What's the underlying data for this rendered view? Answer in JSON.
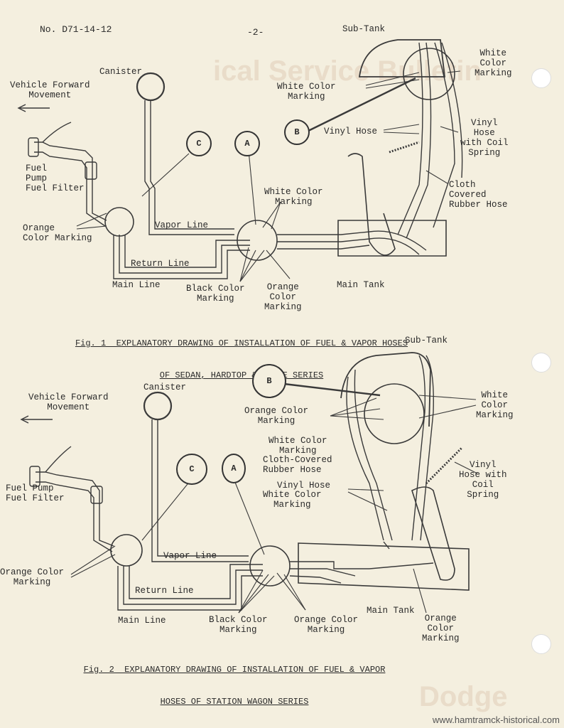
{
  "header": {
    "doc_number": "No. D71-14-12",
    "page": "-2-"
  },
  "fig1": {
    "caption_line1": "Fig. 1  EXPLANATORY DRAWING OF INSTALLATION OF FUEL & VAPOR HOSES",
    "caption_line2": "OF SEDAN, HARDTOP & COUPE SERIES",
    "labels": {
      "sub_tank": "Sub-Tank",
      "canister": "Canister",
      "forward": "Vehicle Forward\nMovement",
      "fuel_pump": "Fuel\nPump\nFuel Filter",
      "orange_left": "Orange\nColor Marking",
      "vapor": "Vapor Line",
      "return": "Return Line",
      "main_line": "Main Line",
      "black": "Black Color\nMarking",
      "orange_mid": "Orange\nColor\nMarking",
      "white_mid": "White Color\nMarking",
      "main_tank": "Main Tank",
      "white_tank": "White Color\nMarking",
      "vinyl": "Vinyl Hose",
      "white_right": "White\nColor\nMarking",
      "vinyl_coil": "Vinyl\nHose\nwith Coil\nSpring",
      "cloth": "Cloth\nCovered\nRubber Hose"
    },
    "circles": {
      "b": "B",
      "c": "C",
      "a": "A"
    }
  },
  "fig2": {
    "caption_line1": "Fig. 2  EXPLANATORY DRAWING OF INSTALLATION OF FUEL & VAPOR",
    "caption_line2": "HOSES OF STATION WAGON SERIES",
    "labels": {
      "sub_tank": "Sub-Tank",
      "canister": "Canister",
      "forward": "Vehicle Forward\nMovement",
      "fuel_pump": "Fuel Pump\nFuel Filter",
      "orange_left": "Orange Color\nMarking",
      "vapor": "Vapor Line",
      "return": "Return Line",
      "main_line": "Main Line",
      "black": "Black Color\nMarking",
      "orange_mid": "Orange Color\nMarking",
      "main_tank": "Main Tank",
      "orange_right": "Orange\nColor\nMarking",
      "orange_tank": "Orange Color\nMarking",
      "white_tank": "White Color\nMarking",
      "cloth": "Cloth-Covered\nRubber Hose",
      "vinyl": "Vinyl Hose",
      "white_mid": "White Color\nMarking",
      "white_right": "White\nColor\nMarking",
      "vinyl_coil": "Vinyl\nHose with\nCoil\nSpring"
    },
    "circles": {
      "b": "B",
      "c": "C",
      "a": "A"
    }
  },
  "footer": {
    "url": "www.hamtramck-historical.com"
  }
}
